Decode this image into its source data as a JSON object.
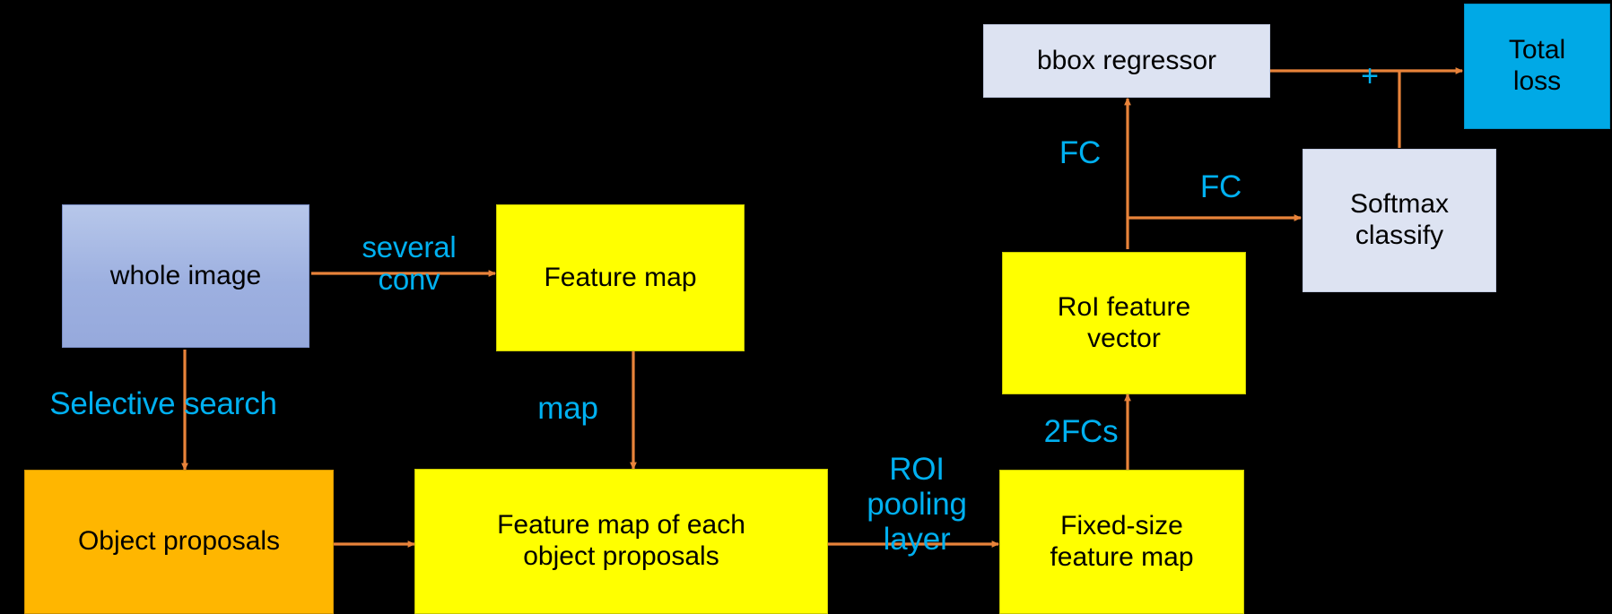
{
  "diagram": {
    "title": "Fast R-CNN pipeline",
    "background_color": "#000000",
    "accent_arrow_color": "#e8833a",
    "label_color": "#00b0f0"
  },
  "nodes": {
    "whole_image": {
      "label": "whole image",
      "color": "#a6b6e3"
    },
    "feature_map": {
      "label": "Feature map",
      "color": "#ffff00"
    },
    "object_proposals": {
      "label": "Object proposals",
      "color": "#ffb600"
    },
    "feature_map_each": {
      "label": "Feature map of each\nobject proposals",
      "color": "#ffff00"
    },
    "fixed_size_feature_map": {
      "label": "Fixed-size\nfeature map",
      "color": "#ffff00"
    },
    "roi_feature_vector": {
      "label": "RoI feature\nvector",
      "color": "#ffff00"
    },
    "bbox_regressor": {
      "label": "bbox regressor",
      "color": "#dde3f2"
    },
    "softmax_classify": {
      "label": "Softmax\nclassify",
      "color": "#dde3f2"
    },
    "total_loss": {
      "label": "Total\nloss",
      "color": "#00a9e6"
    }
  },
  "edge_labels": {
    "several_conv": "several\nconv",
    "selective_search": "Selective search",
    "map": "map",
    "roi_pooling_layer": "ROI\npooling\nlayer",
    "two_fcs": "2FCs",
    "fc_bbox": "FC",
    "fc_softmax": "FC",
    "plus": "+"
  }
}
